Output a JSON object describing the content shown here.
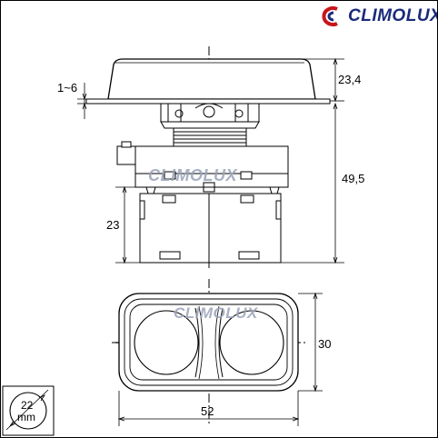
{
  "brand": {
    "name": "CLIMOLUX",
    "color": "#1a2a7a"
  },
  "watermark": {
    "text": "CLIMOLUX"
  },
  "dimensions": {
    "panel_thickness": "1~6",
    "cap_height": "23,4",
    "total_depth": "49,5",
    "contact_block_height": "23",
    "front_height": "30",
    "front_width": "52"
  },
  "hole_badge": {
    "value": "22",
    "unit": "mm"
  }
}
